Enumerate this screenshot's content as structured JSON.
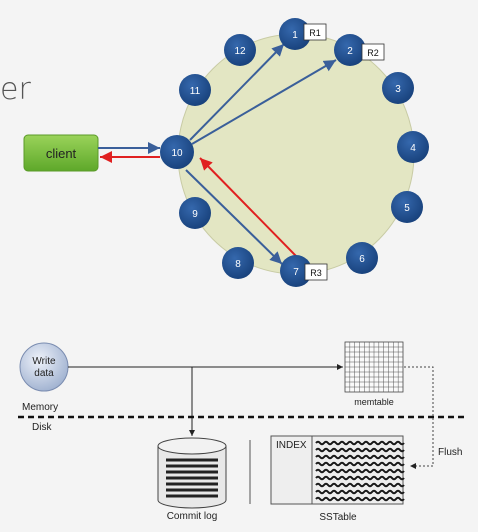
{
  "slide_fragment": "er",
  "client_label": "client",
  "coordinator_label": "10",
  "nodes": [
    {
      "label": "1",
      "replica": "R1"
    },
    {
      "label": "2",
      "replica": "R2"
    },
    {
      "label": "3"
    },
    {
      "label": "4"
    },
    {
      "label": "5"
    },
    {
      "label": "6"
    },
    {
      "label": "7",
      "replica": "R3"
    },
    {
      "label": "8"
    },
    {
      "label": "9"
    },
    {
      "label": "11"
    },
    {
      "label": "12"
    }
  ],
  "write_path": {
    "write_data": [
      "Write",
      "data"
    ],
    "memory_label": "Memory",
    "disk_label": "Disk",
    "memtable_label": "memtable",
    "flush_label": "Flush",
    "commit_log_label": "Commit log",
    "index_label": "INDEX",
    "sstable_label": "SSTable"
  },
  "colors": {
    "node_fill": "#1f4e8c",
    "ring_fill": "#e3e6c3",
    "client_fill": "#7ac143",
    "request_arrow": "#3a5f9a",
    "response_arrow": "#e02020"
  }
}
